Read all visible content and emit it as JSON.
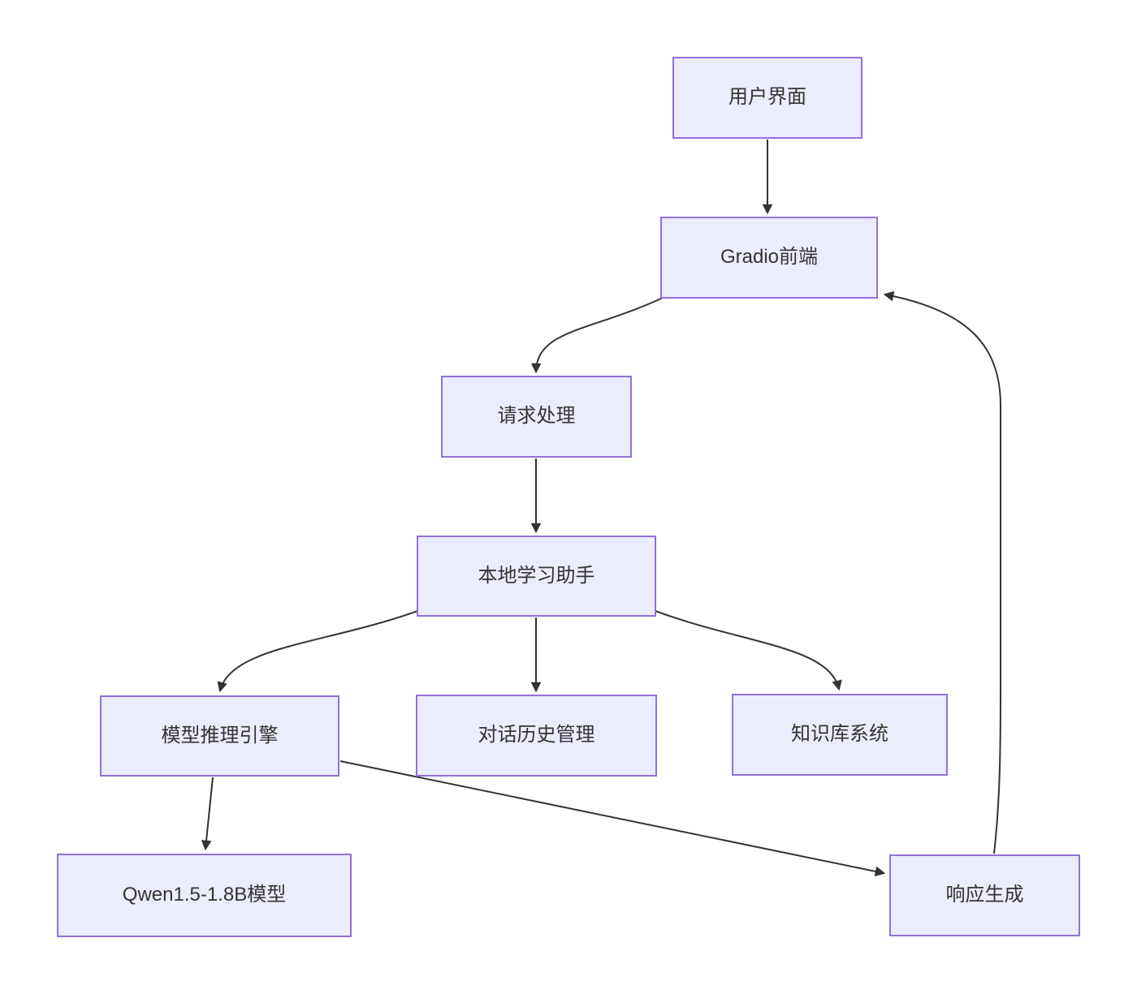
{
  "diagram": {
    "type": "flowchart",
    "direction": "top-down",
    "colors": {
      "background": "#ffffff",
      "node_fill": "#ececff",
      "node_border": "#9370db",
      "node_text": "#333333",
      "edge_stroke": "#333333"
    },
    "nodes": [
      {
        "id": "user-interface",
        "label": "用户界面"
      },
      {
        "id": "gradio-frontend",
        "label": "Gradio前端"
      },
      {
        "id": "request-processing",
        "label": "请求处理"
      },
      {
        "id": "local-learning-assistant",
        "label": "本地学习助手"
      },
      {
        "id": "model-inference-engine",
        "label": "模型推理引擎"
      },
      {
        "id": "dialog-history-management",
        "label": "对话历史管理"
      },
      {
        "id": "knowledge-base-system",
        "label": "知识库系统"
      },
      {
        "id": "qwen-model",
        "label": "Qwen1.5-1.8B模型"
      },
      {
        "id": "response-generation",
        "label": "响应生成"
      }
    ],
    "edges": [
      {
        "from": "用户界面",
        "to": "Gradio前端"
      },
      {
        "from": "Gradio前端",
        "to": "请求处理"
      },
      {
        "from": "请求处理",
        "to": "本地学习助手"
      },
      {
        "from": "本地学习助手",
        "to": "模型推理引擎"
      },
      {
        "from": "本地学习助手",
        "to": "对话历史管理"
      },
      {
        "from": "本地学习助手",
        "to": "知识库系统"
      },
      {
        "from": "模型推理引擎",
        "to": "Qwen1.5-1.8B模型"
      },
      {
        "from": "模型推理引擎",
        "to": "响应生成"
      },
      {
        "from": "响应生成",
        "to": "Gradio前端"
      }
    ]
  }
}
